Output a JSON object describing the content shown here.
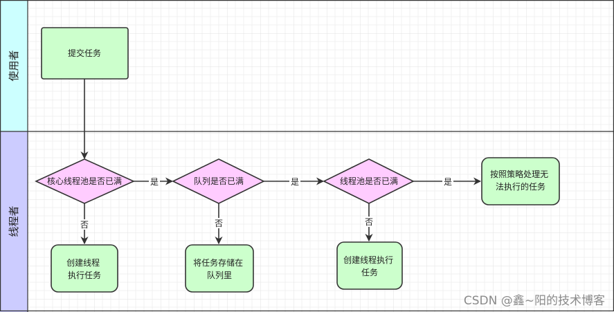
{
  "lanes": [
    {
      "label": "使用者",
      "color": "#ccffff"
    },
    {
      "label": "线程者",
      "color": "#ccccff"
    }
  ],
  "colors": {
    "process_fill": "#ccffcc",
    "decision_fill": "#ffccff",
    "stroke": "#333333",
    "grid": "#e9e9e9"
  },
  "nodes": {
    "submit_task": {
      "lines": [
        "提交任务"
      ]
    },
    "core_pool_full": {
      "lines": [
        "核心线程池是否已满"
      ]
    },
    "queue_full": {
      "lines": [
        "队列是否已满"
      ]
    },
    "pool_full": {
      "lines": [
        "线程池是否已满"
      ]
    },
    "reject_policy": {
      "lines": [
        "按照策略处理无",
        "法执行的任务"
      ]
    },
    "create_core_thread": {
      "lines": [
        "创建线程",
        "执行任务"
      ]
    },
    "store_in_queue": {
      "lines": [
        "将任务存储在",
        "队列里"
      ]
    },
    "create_thread": {
      "lines": [
        "创建线程执行",
        "任务"
      ]
    }
  },
  "edges": {
    "core_full_yes": "是",
    "queue_full_yes": "是",
    "pool_full_yes": "是",
    "core_full_no": "否",
    "queue_full_no": "否",
    "pool_full_no": "否"
  },
  "watermark": "CSDN @鑫~阳的技术博客"
}
